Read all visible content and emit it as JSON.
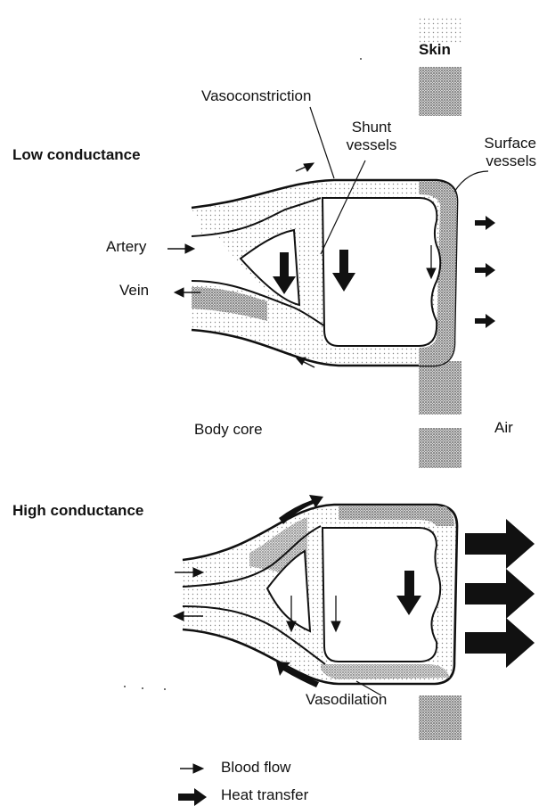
{
  "labels": {
    "skin": "Skin",
    "vasoconstriction": "Vasoconstriction",
    "shunt_line1": "Shunt",
    "shunt_line2": "vessels",
    "surface_line1": "Surface",
    "surface_line2": "vessels",
    "low_conductance": "Low conductance",
    "artery": "Artery",
    "vein": "Vein",
    "body_core": "Body core",
    "air": "Air",
    "high_conductance": "High conductance",
    "vasodilation": "Vasodilation"
  },
  "legend": [
    {
      "icon": "thin-arrow-icon",
      "label": "Blood flow"
    },
    {
      "icon": "thick-arrow-icon",
      "label": "Heat transfer"
    }
  ],
  "colors": {
    "ink": "#111111",
    "stipple": "#9a9a9a",
    "background": "#ffffff"
  }
}
